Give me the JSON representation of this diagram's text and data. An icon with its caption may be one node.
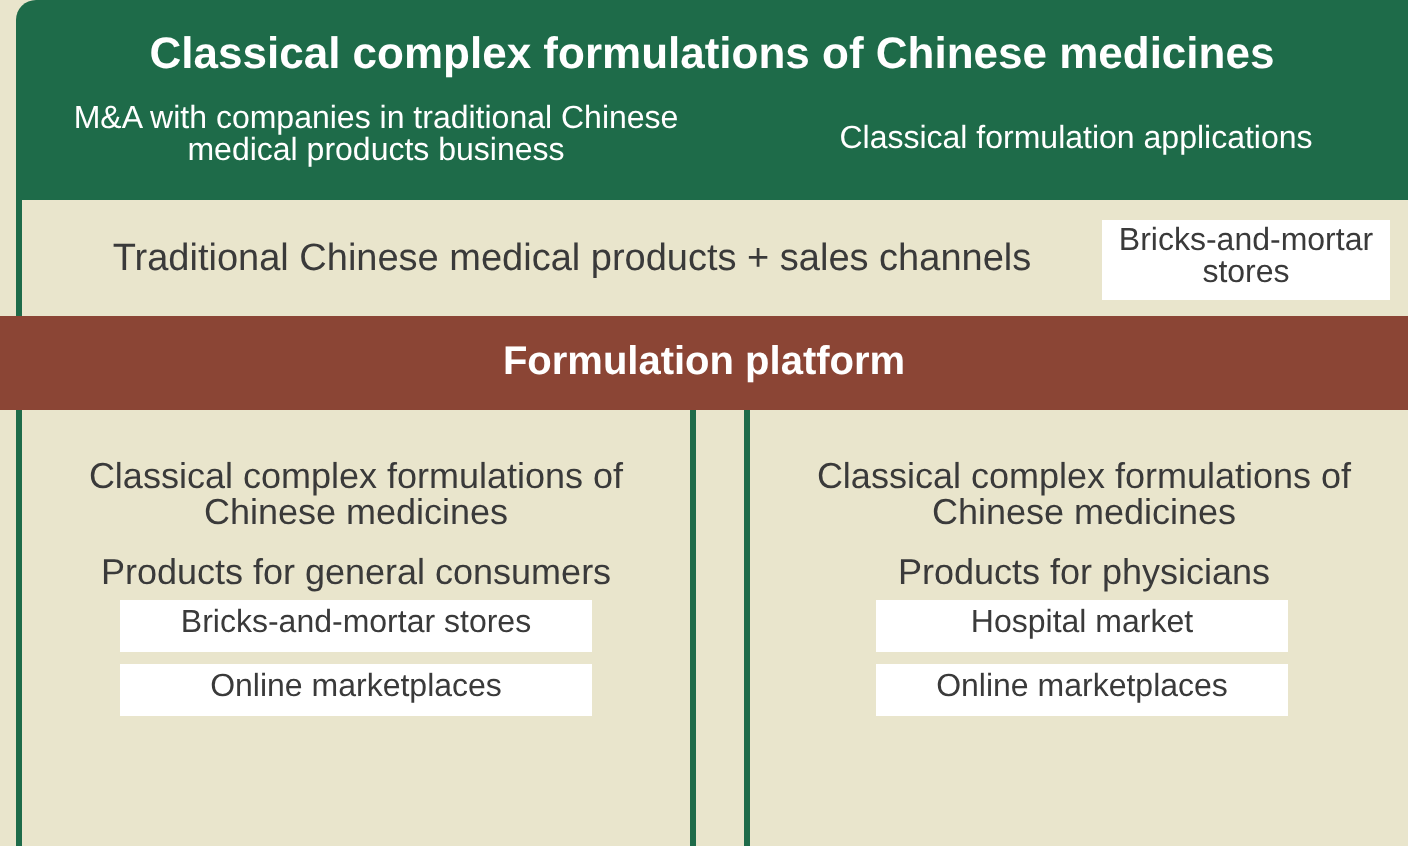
{
  "diagram": {
    "nodes": [
      {
        "text": [
          "Classical complex formulations of Chinese medicines",
          "M&A with companies in traditional Chinese medical products business",
          "Classical formulation applications"
        ]
      },
      {
        "text": [
          "Traditional Chinese medical products + sales channels"
        ]
      },
      {
        "text": [
          "Bricks-and-mortar stores"
        ],
        "in": 1
      },
      {
        "text": [
          "Formulation platform"
        ]
      },
      {
        "text": [
          "Classical complex formulations of Chinese medicines",
          "Products for general consumers"
        ]
      },
      {
        "text": [
          "Bricks-and-mortar stores"
        ],
        "in": 4
      },
      {
        "text": [
          "Online marketplaces"
        ],
        "in": 4
      },
      {
        "text": [
          "Classical complex formulations of Chinese medicines",
          "Products for physicians"
        ]
      },
      {
        "text": [
          "Hospital market"
        ],
        "in": 7
      },
      {
        "text": [
          "Online marketplaces"
        ],
        "in": 7
      }
    ],
    "edges": []
  }
}
